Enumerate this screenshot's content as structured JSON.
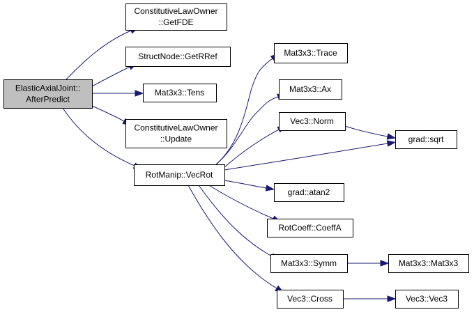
{
  "diagram": {
    "nodes": [
      {
        "id": "root",
        "lines": [
          "ElasticAxialJoint::",
          "AfterPredict"
        ],
        "root": true
      },
      {
        "id": "getfde",
        "lines": [
          "ConstitutiveLawOwner",
          "::GetFDE"
        ]
      },
      {
        "id": "getrref",
        "lines": [
          "StructNode::GetRRef"
        ]
      },
      {
        "id": "tens",
        "lines": [
          "Mat3x3::Tens"
        ]
      },
      {
        "id": "update",
        "lines": [
          "ConstitutiveLawOwner",
          "::Update"
        ]
      },
      {
        "id": "vecrot",
        "lines": [
          "RotManip::VecRot"
        ]
      },
      {
        "id": "trace",
        "lines": [
          "Mat3x3::Trace"
        ]
      },
      {
        "id": "ax",
        "lines": [
          "Mat3x3::Ax"
        ]
      },
      {
        "id": "norm",
        "lines": [
          "Vec3::Norm"
        ]
      },
      {
        "id": "sqrt",
        "lines": [
          "grad::sqrt"
        ]
      },
      {
        "id": "atan2",
        "lines": [
          "grad::atan2"
        ]
      },
      {
        "id": "coeffa",
        "lines": [
          "RotCoeff::CoeffA"
        ]
      },
      {
        "id": "symm",
        "lines": [
          "Mat3x3::Symm"
        ]
      },
      {
        "id": "mat3x3",
        "lines": [
          "Mat3x3::Mat3x3"
        ]
      },
      {
        "id": "cross",
        "lines": [
          "Vec3::Cross"
        ]
      },
      {
        "id": "vec3",
        "lines": [
          "Vec3::Vec3"
        ]
      }
    ],
    "edges": [
      {
        "from": "root",
        "to": "getfde"
      },
      {
        "from": "root",
        "to": "getrref"
      },
      {
        "from": "root",
        "to": "tens"
      },
      {
        "from": "root",
        "to": "update"
      },
      {
        "from": "root",
        "to": "vecrot"
      },
      {
        "from": "vecrot",
        "to": "trace"
      },
      {
        "from": "vecrot",
        "to": "ax"
      },
      {
        "from": "vecrot",
        "to": "norm"
      },
      {
        "from": "vecrot",
        "to": "sqrt"
      },
      {
        "from": "vecrot",
        "to": "atan2"
      },
      {
        "from": "vecrot",
        "to": "coeffa"
      },
      {
        "from": "vecrot",
        "to": "symm"
      },
      {
        "from": "vecrot",
        "to": "cross"
      },
      {
        "from": "norm",
        "to": "sqrt"
      },
      {
        "from": "symm",
        "to": "mat3x3"
      },
      {
        "from": "cross",
        "to": "vec3"
      }
    ],
    "colors": {
      "edge": "#191970",
      "root_fill": "#bfbfbf",
      "node_fill": "#ffffff",
      "border": "#000000"
    }
  }
}
